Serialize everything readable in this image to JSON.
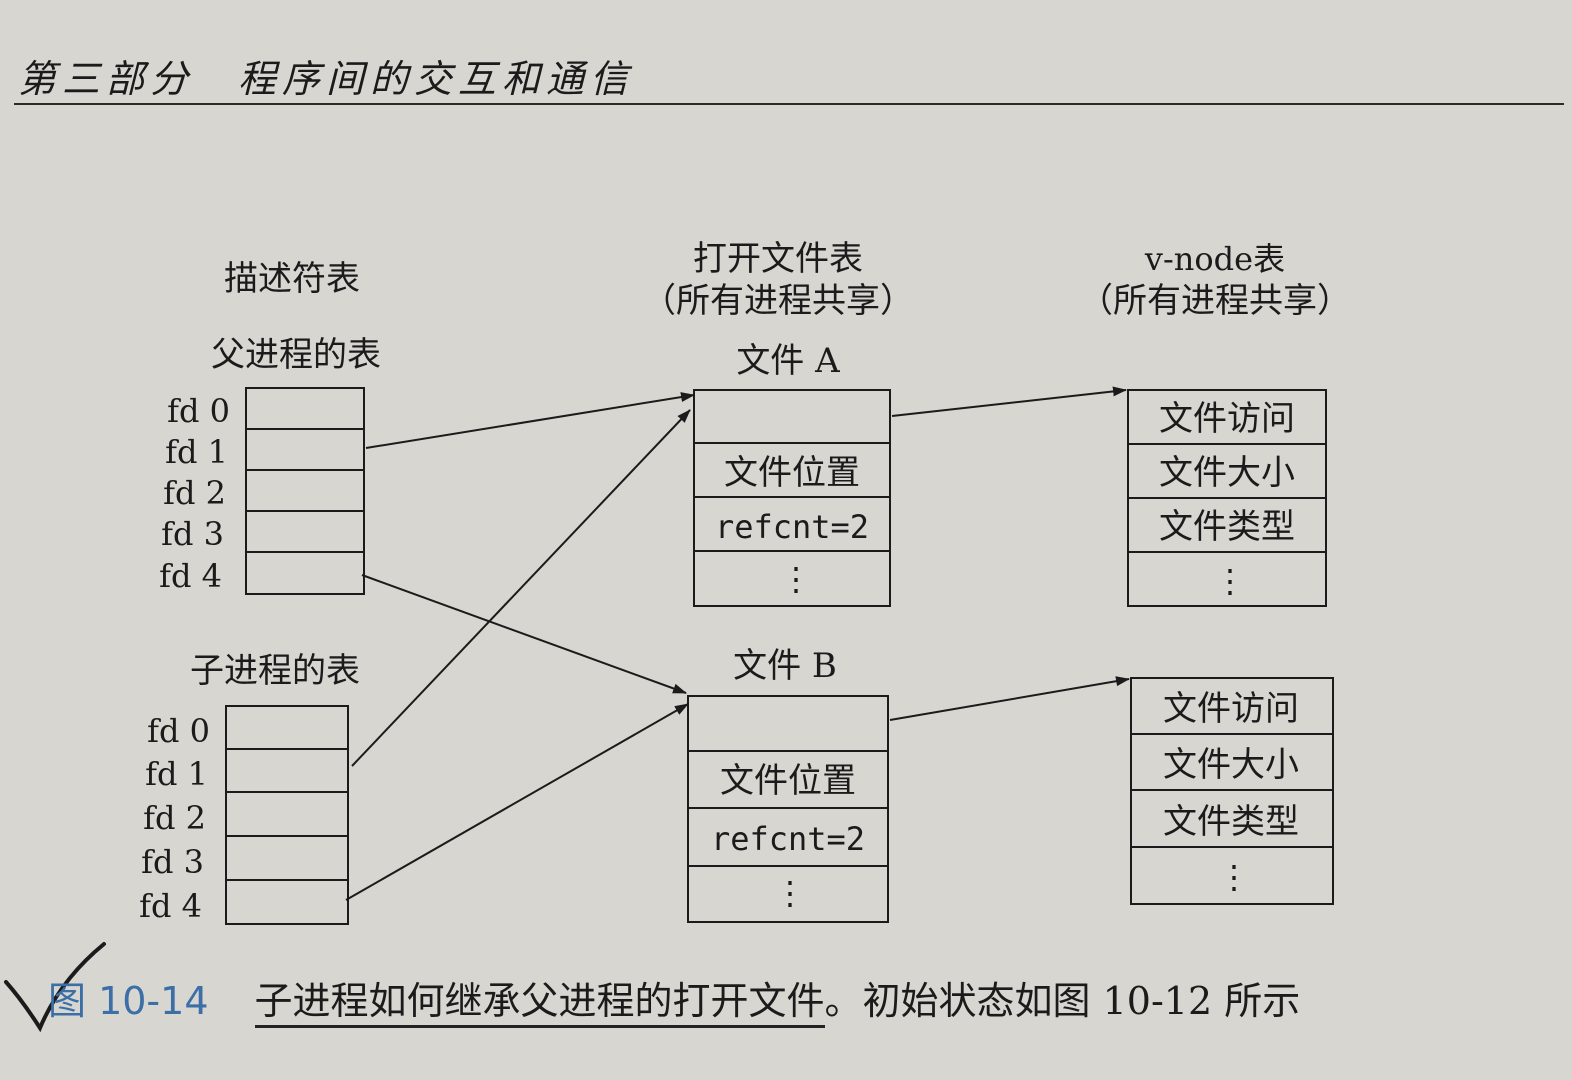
{
  "header": {
    "title": "第三部分　程序间的交互和通信"
  },
  "figure": {
    "col_titles": {
      "descriptor_table": "描述符表",
      "open_file_table": "打开文件表",
      "open_file_table_note": "（所有进程共享）",
      "vnode_table": "v-node表",
      "vnode_table_note": "（所有进程共享）"
    },
    "parent_table": {
      "title": "父进程的表",
      "rows": [
        "fd 0",
        "fd 1",
        "fd 2",
        "fd 3",
        "fd 4"
      ]
    },
    "child_table": {
      "title": "子进程的表",
      "rows": [
        "fd 0",
        "fd 1",
        "fd 2",
        "fd 3",
        "fd 4"
      ]
    },
    "file_a": {
      "title": "文件 A",
      "rows": [
        "",
        "文件位置",
        "refcnt=2",
        "⋮"
      ]
    },
    "file_b": {
      "title": "文件 B",
      "rows": [
        "",
        "文件位置",
        "refcnt=2",
        "⋮"
      ]
    },
    "vnode_a": {
      "rows": [
        "文件访问",
        "文件大小",
        "文件类型",
        "⋮"
      ]
    },
    "vnode_b": {
      "rows": [
        "文件访问",
        "文件大小",
        "文件类型",
        "⋮"
      ]
    }
  },
  "caption": {
    "number": "图 10-14",
    "text_underlined": "子进程如何继承父进程的打开文件",
    "text_rest": "。初始状态如图 10-12 所示"
  }
}
